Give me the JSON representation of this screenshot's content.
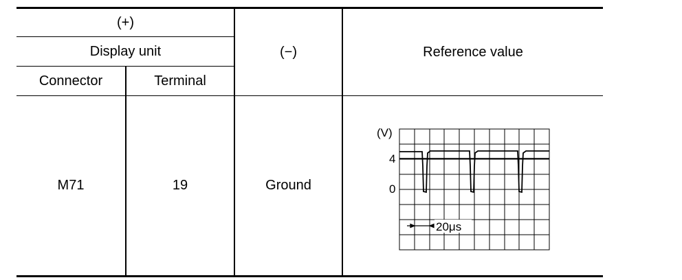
{
  "table": {
    "plus_header": "(+)",
    "display_unit_header": "Display unit",
    "connector_header": "Connector",
    "terminal_header": "Terminal",
    "minus_header": "(−)",
    "reference_header": "Reference value",
    "row": {
      "connector": "M71",
      "terminal": "19",
      "minus": "Ground"
    }
  },
  "waveform": {
    "unit_label": "(V)",
    "tick_4": "4",
    "tick_0": "0",
    "time_div_label": "20μs"
  }
}
